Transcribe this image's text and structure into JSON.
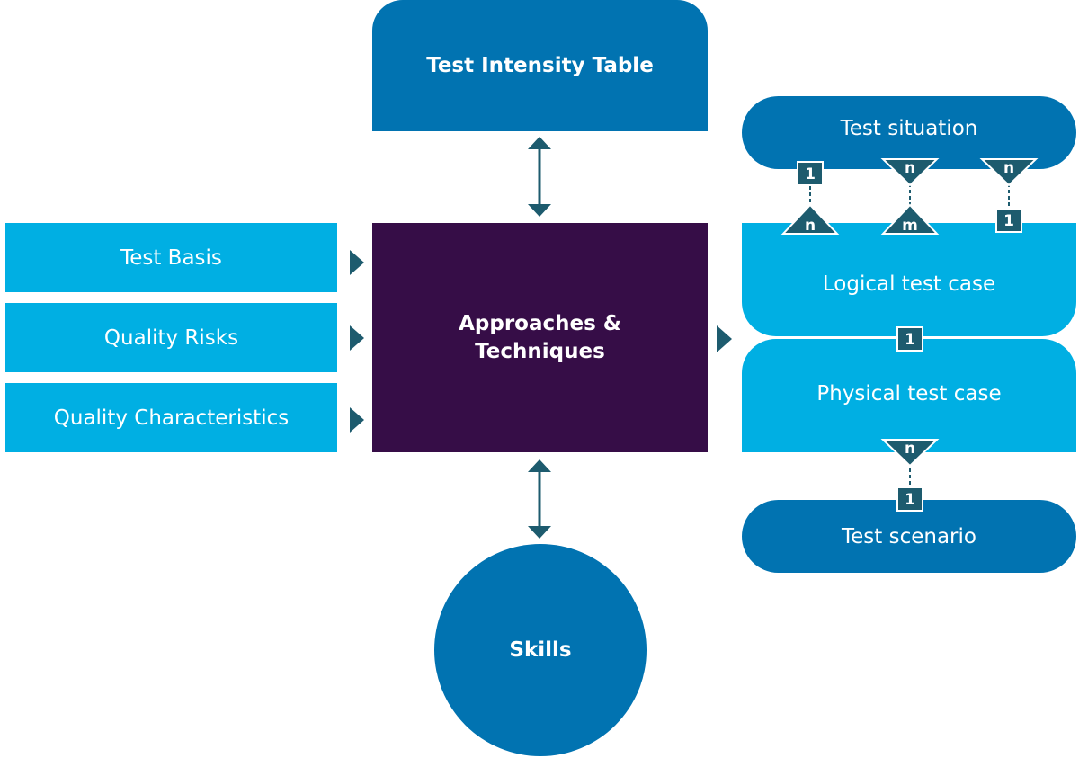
{
  "inputs": {
    "test_basis": "Test Basis",
    "quality_risks": "Quality Risks",
    "quality_characteristics": "Quality Characteristics"
  },
  "center": {
    "line1": "Approaches &",
    "line2": "Techniques"
  },
  "top": {
    "label": "Test Intensity Table"
  },
  "bottom": {
    "label": "Skills"
  },
  "right": {
    "test_situation": "Test situation",
    "logical_test_case": "Logical test case",
    "physical_test_case": "Physical test case",
    "test_scenario": "Test scenario"
  },
  "cardinality": {
    "situation_logical_left_top": "1",
    "situation_logical_left_bottom": "n",
    "situation_logical_mid_top": "n",
    "situation_logical_mid_bottom": "m",
    "situation_logical_right_top": "n",
    "situation_logical_right_bottom": "1",
    "logical_physical": "1",
    "physical_scenario_top": "n",
    "physical_scenario_bottom": "1"
  },
  "colors": {
    "dark_blue": "#0173b1",
    "light_blue": "#00afe3",
    "purple": "#360d47",
    "connector": "#1d5b6e"
  }
}
